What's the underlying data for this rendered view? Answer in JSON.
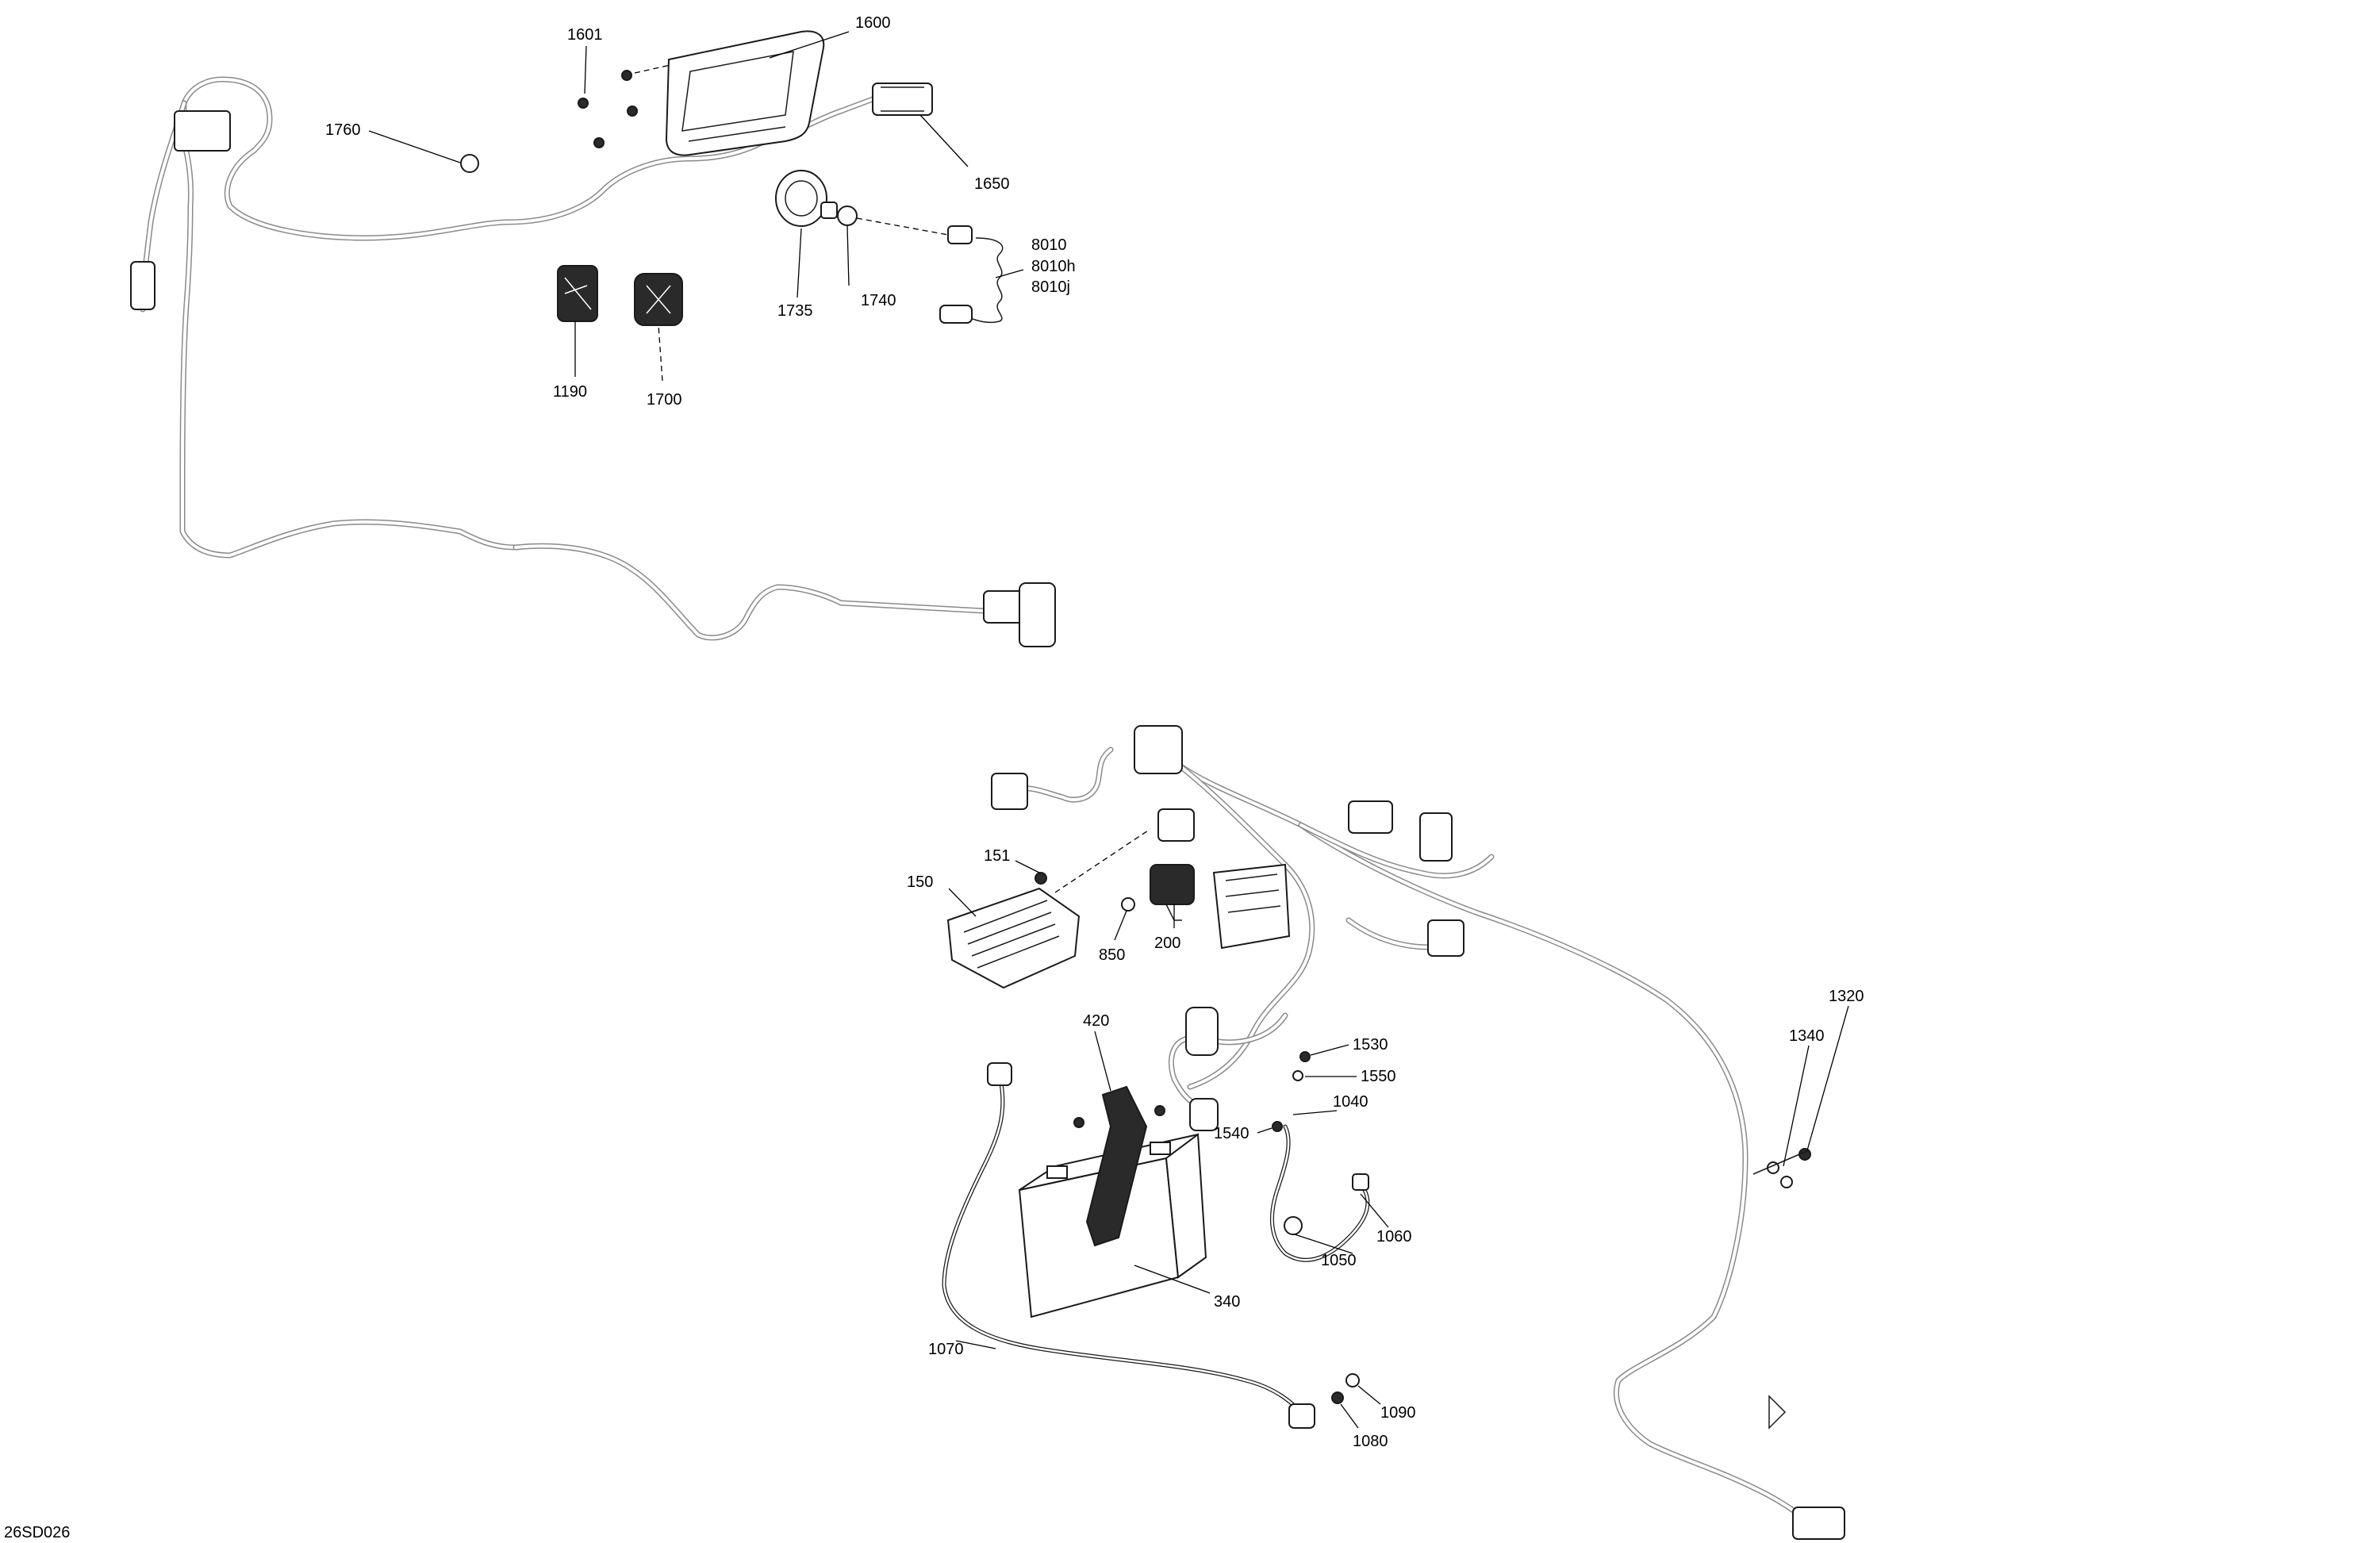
{
  "diagram_code": "26SD026",
  "callouts": {
    "c1600": "1600",
    "c1601": "1601",
    "c1760": "1760",
    "c1650": "1650",
    "c8010": "8010",
    "c8010h": "8010h",
    "c8010j": "8010j",
    "c1735": "1735",
    "c1740": "1740",
    "c1190": "1190",
    "c1700": "1700",
    "c151": "151",
    "c150": "150",
    "c850": "850",
    "c200": "200",
    "c420": "420",
    "c1530": "1530",
    "c1550": "1550",
    "c1040": "1040",
    "c1540": "1540",
    "c1320": "1320",
    "c1340": "1340",
    "c1060": "1060",
    "c1050": "1050",
    "c340": "340",
    "c1070": "1070",
    "c1090": "1090",
    "c1080": "1080"
  }
}
